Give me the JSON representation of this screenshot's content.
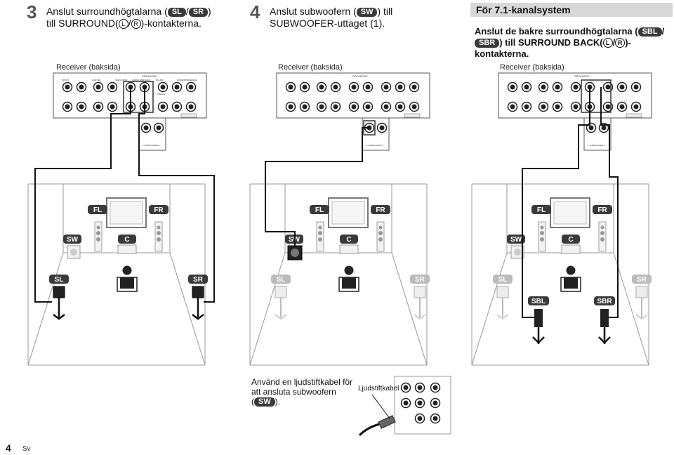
{
  "step3": {
    "num": "3",
    "line1_a": "Anslut surroundhögtalarna (",
    "badge_sl": "SL",
    "slash": "/",
    "badge_sr": "SR",
    "line1_b": ")",
    "line2_a": "till SURROUND(",
    "circ_l": "L",
    "circ_r": "R",
    "line2_b": ")-kontakterna."
  },
  "step4": {
    "num": "4",
    "line1_a": "Anslut subwoofern (",
    "badge_sw": "SW",
    "line1_b": ") till",
    "line2": "SUBWOOFER-uttaget (1)."
  },
  "kanal71": {
    "heading": "För 7.1-kanalsystem",
    "line1_a": "Anslut de bakre surroundhögtalarna (",
    "badge_sbl": "SBL",
    "line1_b": "/",
    "badge_sbr": "SBR",
    "line2_a": ") till SURROUND BACK(",
    "circ_l": "L",
    "circ_r": "R",
    "line2_b": ")-",
    "line3": "kontakterna."
  },
  "receiver_label": "Receiver (baksida)",
  "panel_text": {
    "speakers": "SPEAKERS",
    "front": "FRONT",
    "center": "CENTER",
    "surround": "SURROUND",
    "surround_back": "SURROUND BACK",
    "bi_amp": "BI-AMP",
    "zone_b": "ZONE B/PRESENCE",
    "single": "SINGLE",
    "subwoofer": "1  SUBWOOFER  2"
  },
  "speakers": {
    "fl": "FL",
    "fr": "FR",
    "sw": "SW",
    "c": "C",
    "sl": "SL",
    "sr": "SR",
    "sbl": "SBL",
    "sbr": "SBR"
  },
  "note": {
    "line1": "Använd en ljudstiftkabel för",
    "line2": "att ansluta subwoofern",
    "line3_a": "(",
    "badge": "SW",
    "line3_b": ").",
    "cable_label": "Ljudstiftkabel"
  },
  "footer": {
    "page": "4",
    "lang": "Sv"
  }
}
